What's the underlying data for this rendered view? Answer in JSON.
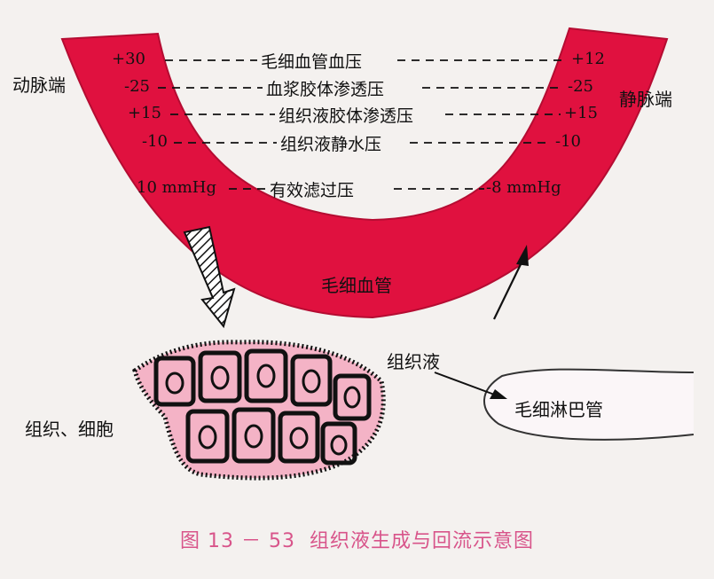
{
  "labels": {
    "arterial_end": "动脉端",
    "venous_end": "静脉端",
    "capillary": "毛细血管",
    "tissue_fluid": "组织液",
    "lymph_capillary": "毛细淋巴管",
    "tissue_cells": "组织、细胞"
  },
  "pressures": [
    {
      "left": "+30",
      "name": "毛细血管血压",
      "right": "+12"
    },
    {
      "left": "-25",
      "name": "血浆胶体渗透压",
      "right": "-25"
    },
    {
      "left": "+15",
      "name": "组织液胶体渗透压",
      "right": "+15"
    },
    {
      "left": "-10",
      "name": "组织液静水压",
      "right": "-10"
    },
    {
      "left": "10 mmHg",
      "name": "有效滤过压",
      "right": "-8 mmHg"
    }
  ],
  "caption": {
    "figure_no": "图 13 － 53",
    "title": "组织液生成与回流示意图"
  },
  "colors": {
    "vessel": "#e0113f",
    "vessel_edge": "#b50c32",
    "cell_fill": "#f4b3c6",
    "caption": "#d8548a"
  }
}
